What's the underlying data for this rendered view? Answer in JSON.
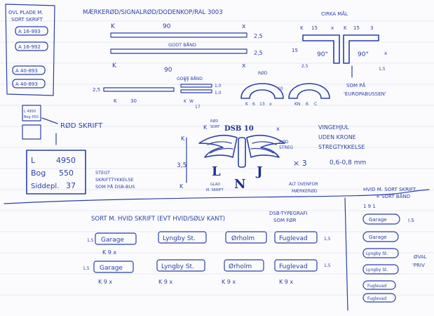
{
  "colors": {
    "ink": "#2b3fa6",
    "paper": "#fbfbfd",
    "line": "#e7e9f2"
  },
  "top_header": "MÆRKERØD/SIGNALRØD/DODENKOP/RAL 3003",
  "oval_panel": {
    "title1": "OVL PLADE M.",
    "title2": "SORT SKRIFT",
    "codes": [
      "A 16-993",
      "A 16-992",
      "A 40-893",
      "A 40-893"
    ]
  },
  "strip_top": {
    "k": "K",
    "dim": "90",
    "x": "x",
    "d1": "2,5",
    "d2": "2,5",
    "band": "GODT BÅND",
    "k2": "K"
  },
  "strip_mid": {
    "left": "2,5",
    "l30": "30",
    "k": "K",
    "dim90": "90",
    "label": "GODT BÅND",
    "k17": "17",
    "x": "x",
    "k17b": "17",
    "k1": "K",
    "k2": "W",
    "d10a": "1,0",
    "d10b": "1,0"
  },
  "arches": {
    "rod": "RØD",
    "lab_k": "K",
    "lab_6": "6",
    "lab_x": "x",
    "lab_13": "13",
    "lab_10": "10",
    "lab_kn": "KN",
    "lab_6b": "6",
    "lab_c": "C"
  },
  "corner": {
    "title": "CIRKA MÅL",
    "k1": "K",
    "n15": "15",
    "x1": "x",
    "k2": "K",
    "n15b": "15",
    "n3": "3",
    "n15side": "15",
    "deg1": "90°",
    "deg2": "90°",
    "n25": "2,5",
    "n25b": "1,5",
    "x2": "x",
    "som1": "SOM PÅ",
    "som2": "'EUROPABUSSEN'"
  },
  "sticker": {
    "title": "RØD SKRIFT",
    "mini1": "L 4950",
    "mini2": "Bog 550",
    "rows": [
      {
        "label": "L",
        "value": "4950"
      },
      {
        "label": "Bog",
        "value": "550"
      },
      {
        "label": "Siddepl.",
        "value": "37"
      }
    ]
  },
  "notes_left": {
    "l1": "STEGT",
    "l2": "SKRIFTTYKKELSE",
    "l3": "SOM PÅ DSB-BUS"
  },
  "logo": {
    "top": "DSB 10",
    "red1": "RØD",
    "red2": "SORT",
    "rod_side": "RØD",
    "sort_side": "STREG",
    "n35": "3,5",
    "k_left": "K",
    "x_right": "x",
    "L": "L",
    "N": "N",
    "J": "J",
    "x3": "× 3",
    "bottom1": "GLAD",
    "bottom2": "M. SKRIFT",
    "k_low": "K",
    "note1": "ALT OVENFOR",
    "note2": "MÆRKERØD"
  },
  "vinge": {
    "l1": "VINGEHJUL",
    "l2": "UDEN KRONE",
    "l3": "STREGTYKKELSE",
    "l4": "0,6-0,8 mm"
  },
  "bottom": {
    "title": "SORT M. HVID SKRIFT (EVT HVID/SØLV KANT)",
    "dsb1": "DSB-TYPEGRAFI",
    "dsb2": "SOM FØR",
    "row1": [
      "Garage",
      "Lyngby St.",
      "Ørholm",
      "Fuglevad"
    ],
    "row2": [
      "Garage",
      "Lyngby St.",
      "Ørholm",
      "Fuglevad"
    ],
    "s1": "1,5",
    "s2": "1,5",
    "s3": "1,5",
    "s4": "1,5",
    "k9x": [
      "K 9 x",
      "K 9 x",
      "K 9 x",
      "K 9 x",
      "K 9 x"
    ]
  },
  "right_panel": {
    "title1": "HVID M. SORT SKRIFT",
    "title2": "+ SORT BÅND",
    "sub": "1   9   1",
    "items": [
      "Garage",
      "Garage",
      "Lyngby St.",
      "Lyngby St.",
      "Fuglevad",
      "Fuglevad"
    ],
    "side1": "I.S",
    "oval1": "ØVAL",
    "oval2": "'PRIV"
  }
}
